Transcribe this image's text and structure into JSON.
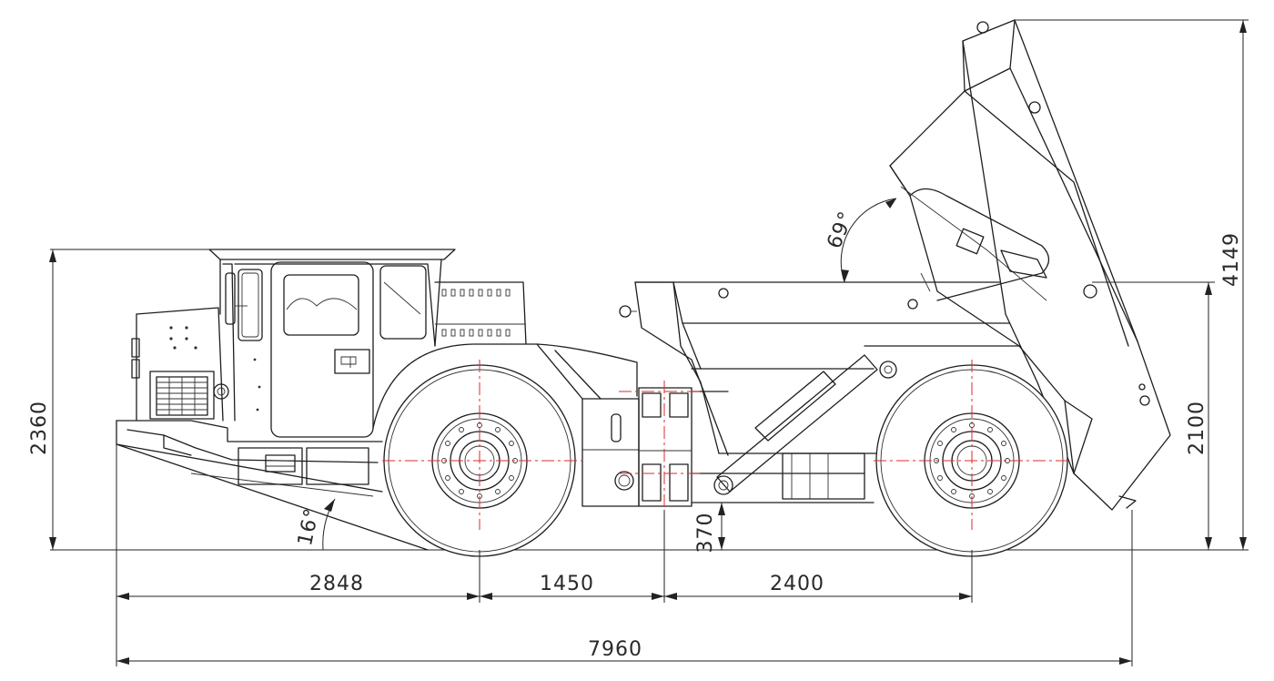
{
  "dimensions": {
    "overall_height_dumped": "4149",
    "overall_height": "2360",
    "box_height": "2100",
    "ground_clearance": "370",
    "front_overhang": "2848",
    "front_axle_to_articulation": "1450",
    "articulation_to_rear_axle": "2400",
    "overall_length": "7960"
  },
  "angles": {
    "dump_angle": "69°",
    "departure_angle": "16°"
  },
  "colors": {
    "line": "#1e1e1e",
    "centerline": "#e0292b",
    "background": "#ffffff"
  }
}
